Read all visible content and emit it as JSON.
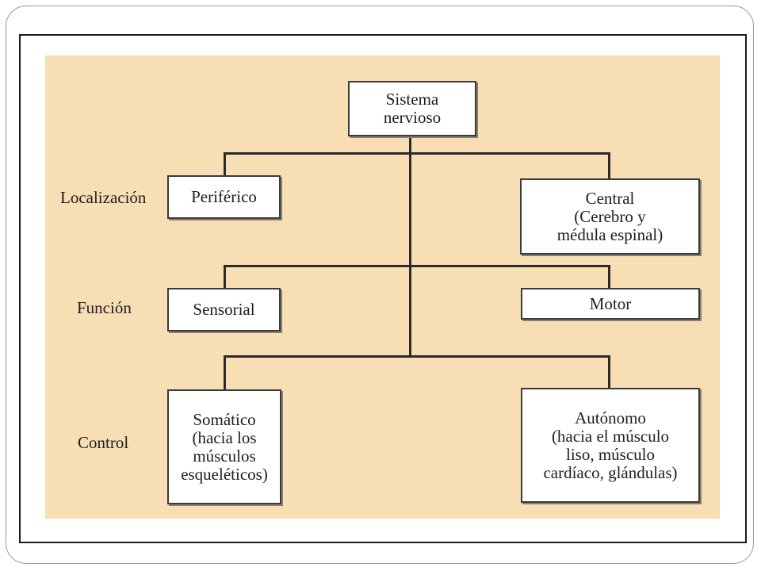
{
  "diagram": {
    "root": "Sistema\nnervioso",
    "rows": [
      {
        "label": "Localización",
        "left": "Periférico",
        "right": "Central\n(Cerebro y\nmédula espinal)"
      },
      {
        "label": "Función",
        "left": "Sensorial",
        "right": "Motor"
      },
      {
        "label": "Control",
        "left": "Somático\n(hacia los\nmúsculos\nesqueléticos)",
        "right": "Autónomo\n(hacia el músculo\nliso, músculo\ncardíaco, glándulas)"
      }
    ]
  },
  "colors": {
    "panel": "#f8deb4",
    "box": "#ffffff",
    "line": "#2a2a2a"
  }
}
